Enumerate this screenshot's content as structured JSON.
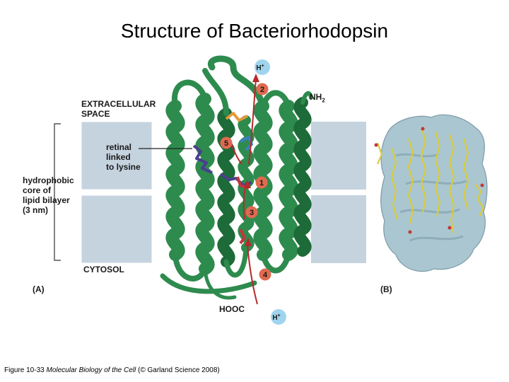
{
  "title": "Structure of Bacteriorhodopsin",
  "labels": {
    "extracellular_line1": "EXTRACELLULAR",
    "extracellular_line2": "SPACE",
    "nh2": "NH",
    "nh2_sub": "2",
    "retinal_line1": "retinal",
    "retinal_line2": "linked",
    "retinal_line3": "to lysine",
    "hydrophobic_line1": "hydrophobic",
    "hydrophobic_line2": "core of",
    "hydrophobic_line3": "lipid bilayer",
    "hydrophobic_line4": "(3 nm)",
    "cytosol": "CYTOSOL",
    "panel_a": "(A)",
    "panel_b": "(B)",
    "hooc": "HOOC",
    "proton": "H",
    "proton_sup": "+"
  },
  "steps": [
    "1",
    "2",
    "3",
    "4",
    "5"
  ],
  "caption": {
    "prefix": "Figure 10-33  ",
    "book": "Molecular Biology of the Cell",
    "suffix": " (© Garland Science 2008)"
  },
  "colors": {
    "helix": "#2e8b4e",
    "helix_dark": "#1d6b38",
    "membrane": "#c5d3df",
    "surface": "#a9c6d1",
    "step_circle": "#e06a50",
    "proton_circle": "#9fd4ee",
    "lipid": "#d8cc3a"
  }
}
